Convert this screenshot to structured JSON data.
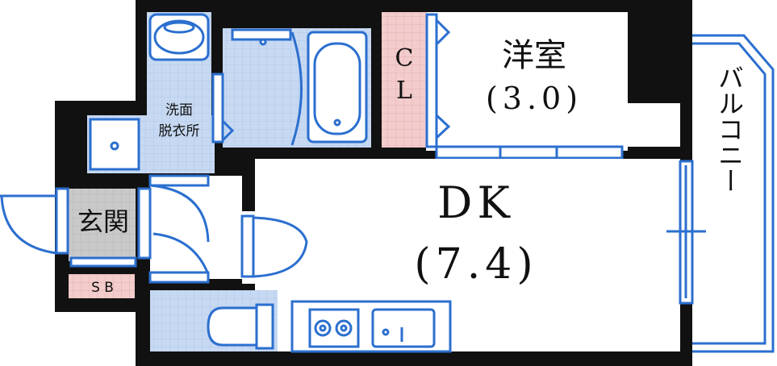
{
  "rooms": {
    "western_room": {
      "name": "洋室",
      "size": "(3.0)"
    },
    "dk": {
      "name": "DK",
      "size": "(7.4)"
    },
    "closet": {
      "label_c": "C",
      "label_l": "L"
    },
    "washroom": {
      "line1": "洗面",
      "line2": "脱衣所"
    },
    "entrance": {
      "name": "玄関"
    },
    "shoe_box": {
      "name": "S B"
    },
    "balcony": {
      "name": "バルコニー"
    }
  },
  "colors": {
    "wall": "#111111",
    "fixture": "#2b6fcf",
    "wet_floor": "#c7d9f2",
    "closet_fill": "#f3cccc",
    "entrance_fill": "#c8c8c8",
    "room_floor": "#ffffff"
  }
}
